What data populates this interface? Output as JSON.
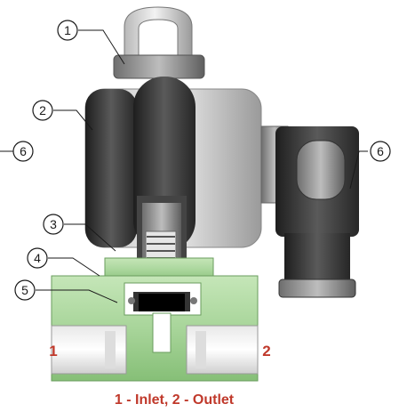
{
  "callouts": [
    {
      "id": "c1",
      "label": "1"
    },
    {
      "id": "c2",
      "label": "2"
    },
    {
      "id": "c3",
      "label": "3"
    },
    {
      "id": "c4",
      "label": "4"
    },
    {
      "id": "c5",
      "label": "5"
    },
    {
      "id": "c6-left",
      "label": "6"
    },
    {
      "id": "c6-right",
      "label": "6"
    }
  ],
  "ports": {
    "inlet_number": "1",
    "outlet_number": "2"
  },
  "caption": "1 - Inlet, 2 - Outlet",
  "colors": {
    "body_green": "#a8d59a",
    "coil_dark": "#3a3a3a",
    "housing_light": "#cfcfcf",
    "spring_stripe": "#555555",
    "label_red": "#c0392b"
  }
}
